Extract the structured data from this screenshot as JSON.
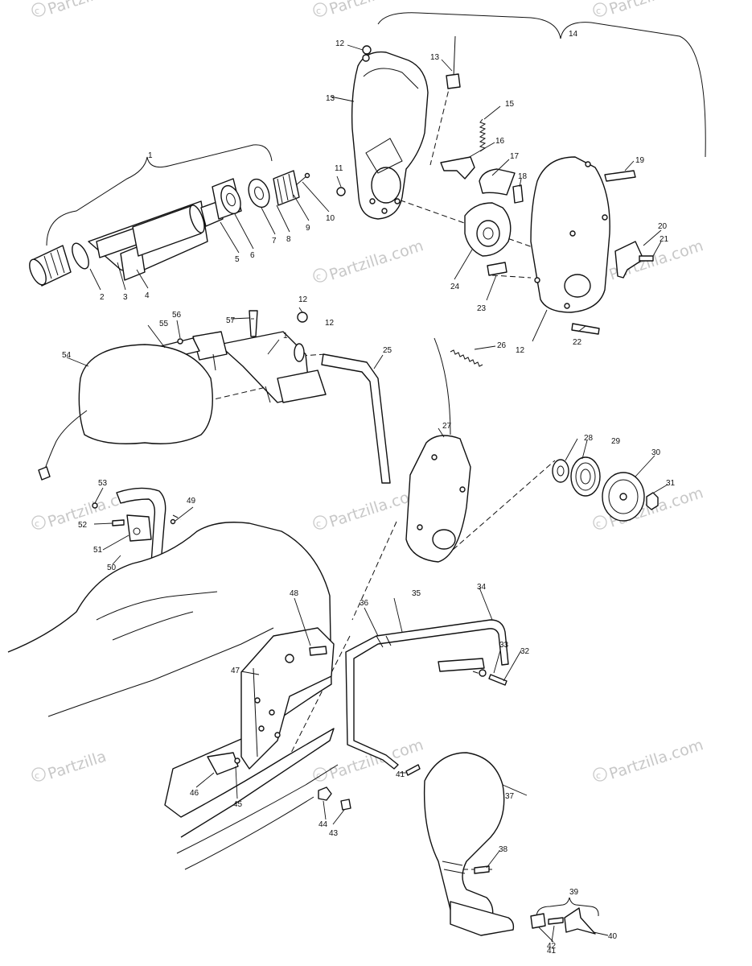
{
  "watermark": {
    "text": "Partzilla.com",
    "color": "#c8c8c8"
  },
  "callouts": [
    "1",
    "2",
    "3",
    "4",
    "5",
    "6",
    "7",
    "8",
    "9",
    "10",
    "11",
    "12",
    "13",
    "14",
    "15",
    "16",
    "17",
    "18",
    "19",
    "20",
    "21",
    "22",
    "23",
    "24",
    "25",
    "26",
    "27",
    "28",
    "29",
    "30",
    "31",
    "32",
    "33",
    "34",
    "35",
    "36",
    "37",
    "38",
    "39",
    "40",
    "41",
    "42",
    "43",
    "44",
    "45",
    "46",
    "47",
    "48",
    "49",
    "50",
    "51",
    "52",
    "53",
    "54",
    "55",
    "56",
    "57"
  ],
  "line_color": "#111111"
}
